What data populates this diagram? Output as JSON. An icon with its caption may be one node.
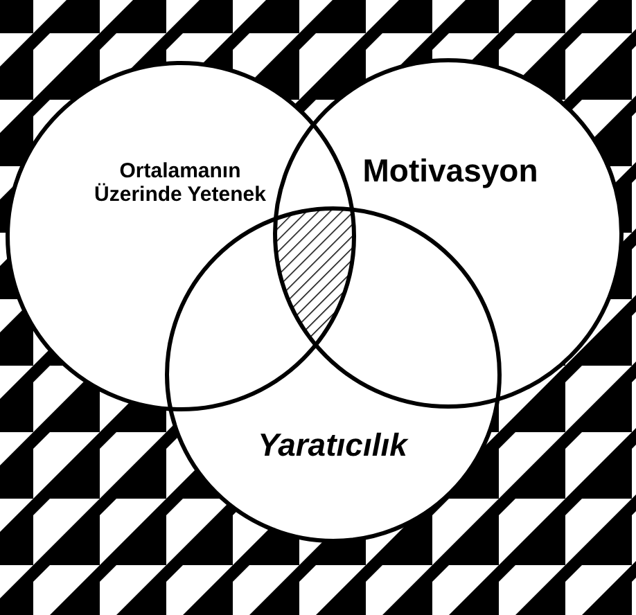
{
  "diagram": {
    "nodes": [
      {
        "text": [
          "Ortalamanın Üzerinde Yetenek"
        ]
      },
      {
        "text": [
          "Motivasyon"
        ]
      },
      {
        "text": [
          "Yaratıcılık"
        ]
      }
    ]
  }
}
